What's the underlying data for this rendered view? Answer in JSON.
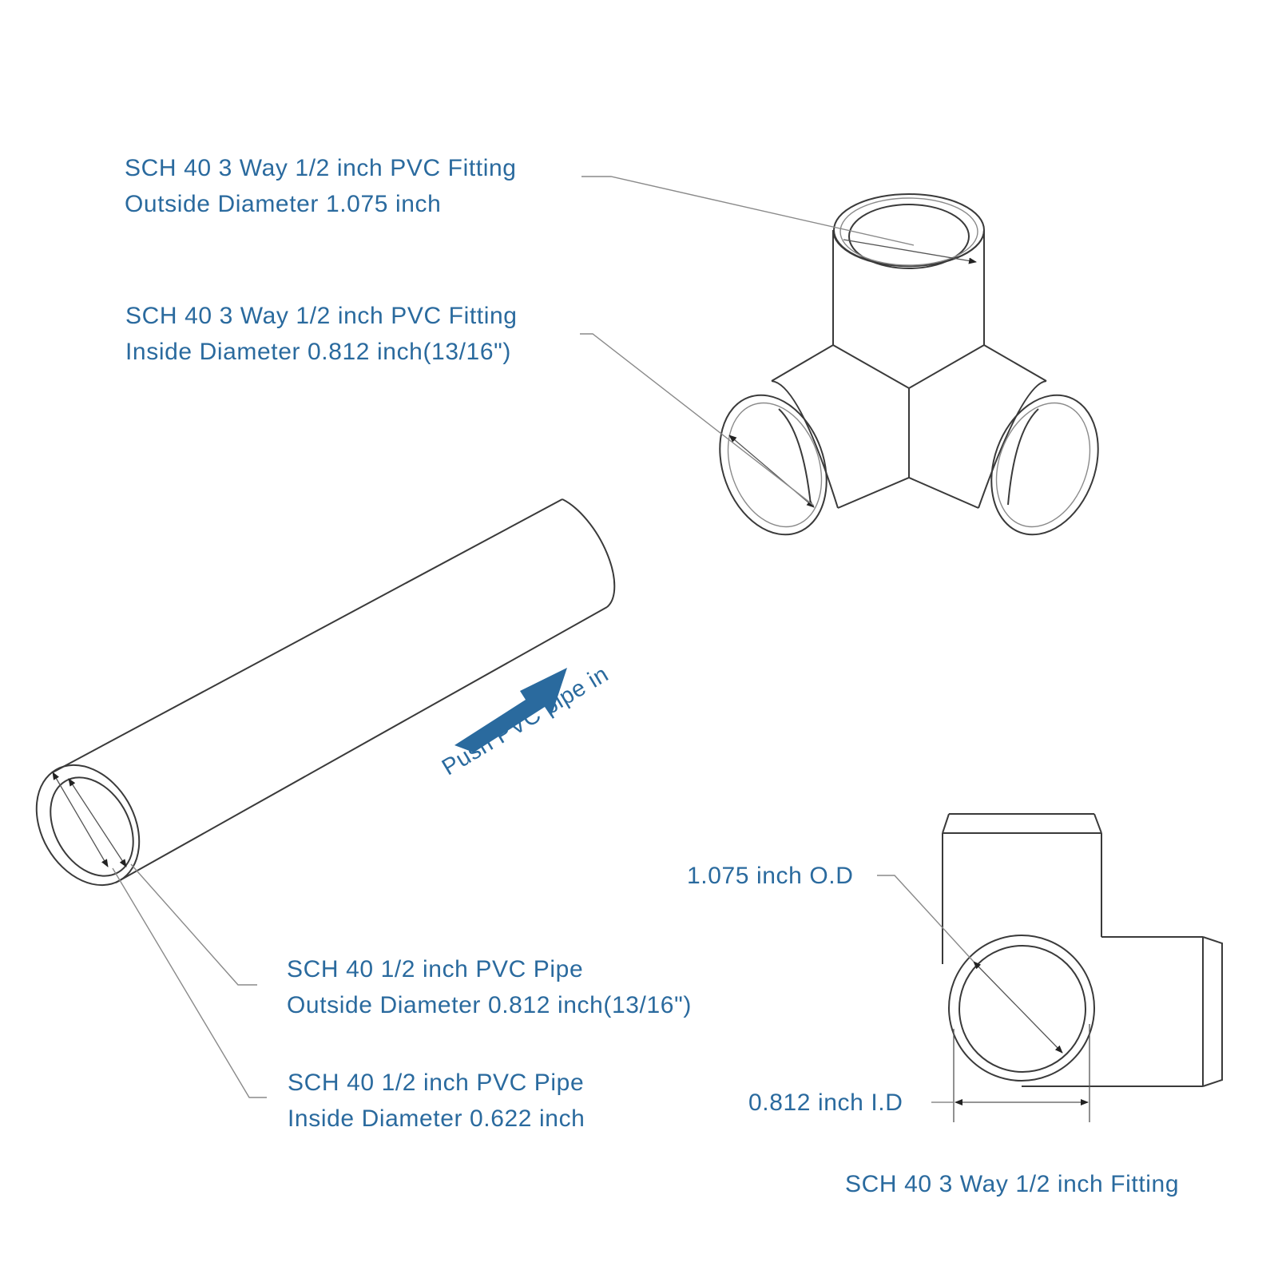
{
  "labels": {
    "fitting_od": {
      "line1": "SCH 40 3 Way 1/2 inch PVC Fitting",
      "line2": "Outside Diameter 1.075 inch"
    },
    "fitting_id": {
      "line1": "SCH 40 3 Way 1/2 inch PVC Fitting",
      "line2": "Inside Diameter 0.812 inch(13/16\")"
    },
    "pipe_od": {
      "line1": "SCH 40 1/2 inch PVC Pipe",
      "line2": "Outside Diameter 0.812 inch(13/16\")"
    },
    "pipe_id": {
      "line1": "SCH 40 1/2 inch PVC Pipe",
      "line2": "Inside Diameter 0.622 inch"
    },
    "side_od": "1.075 inch O.D",
    "side_id": "0.812 inch I.D",
    "side_caption": "SCH 40 3 Way 1/2 inch Fitting",
    "push": "Push PVC pipe in"
  },
  "colors": {
    "text": "#2a6a9e",
    "arrow": "#2a6a9e",
    "line": "#3a3a3a",
    "leader": "#8a8a8a"
  }
}
